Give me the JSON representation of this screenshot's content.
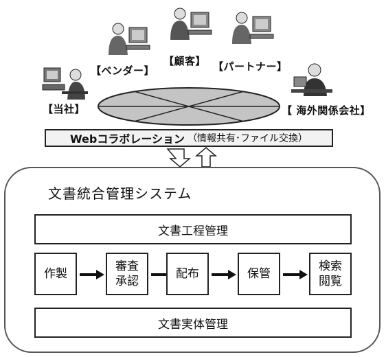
{
  "participants": {
    "self": "【当社】",
    "vendor": "【ベンダー】",
    "customer": "【顧客】",
    "partner": "【パートナー】",
    "overseas": "【 海外関係会社】"
  },
  "web_bar": {
    "bold": "Webコラボレーション",
    "rest": "（情報共有･ファイル交換）"
  },
  "system": {
    "title": "文書統合管理システム",
    "process_mgmt": "文書工程管理",
    "entity_mgmt": "文書実体管理",
    "steps": [
      "作製",
      "審査\n承認",
      "配布",
      "保管",
      "検索\n閲覧"
    ]
  }
}
